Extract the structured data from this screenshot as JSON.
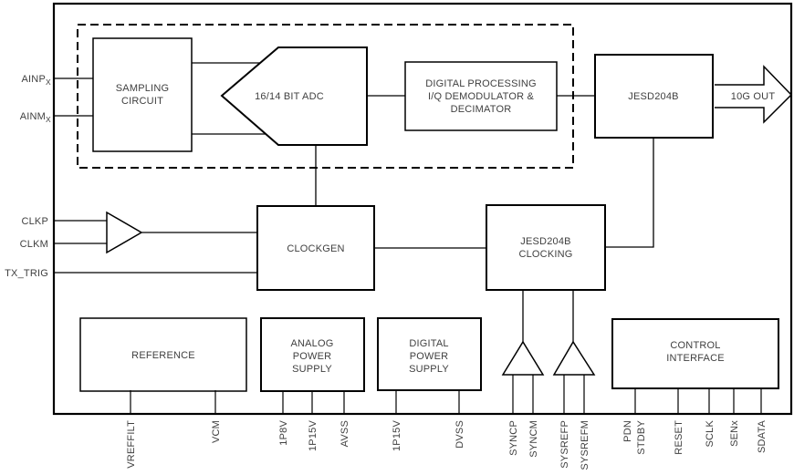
{
  "diagram": {
    "blocks": {
      "sampling": {
        "lines": [
          "SAMPLING",
          "CIRCUIT"
        ]
      },
      "adc": {
        "label": "16/14 BIT ADC"
      },
      "digital_processing": {
        "lines": [
          "DIGITAL PROCESSING",
          "I/Q DEMODULATOR &",
          "DECIMATOR"
        ]
      },
      "jesd204b": {
        "label": "JESD204B"
      },
      "clockgen": {
        "label": "CLOCKGEN"
      },
      "jesd204b_clocking": {
        "lines": [
          "JESD204B",
          "CLOCKING"
        ]
      },
      "reference": {
        "label": "REFERENCE"
      },
      "analog_power": {
        "lines": [
          "ANALOG",
          "POWER",
          "SUPPLY"
        ]
      },
      "digital_power": {
        "lines": [
          "DIGITAL",
          "POWER",
          "SUPPLY"
        ]
      },
      "control_interface": {
        "lines": [
          "CONTROL",
          "INTERFACE"
        ]
      }
    },
    "left_pins": {
      "ainp": {
        "base": "AINP",
        "sub": "X"
      },
      "ainm": {
        "base": "AINM",
        "sub": "X"
      },
      "clkp": "CLKP",
      "clkm": "CLKM",
      "tx_trig": "TX_TRIG"
    },
    "output": {
      "label": "10G OUT"
    },
    "bottom_pins": [
      "VREFFILT",
      "VCM",
      "1P8V",
      "1P15V",
      "AVSS",
      "1P15V",
      "DVSS",
      "SYNCP",
      "SYNCM",
      "SYSREFP",
      "SYSREFM",
      "PDN",
      "STDBY",
      "RESET",
      "SCLK",
      "SENx",
      "SDATA"
    ],
    "colors": {
      "line": "#000000",
      "text": "#404040",
      "background": "#ffffff"
    }
  }
}
